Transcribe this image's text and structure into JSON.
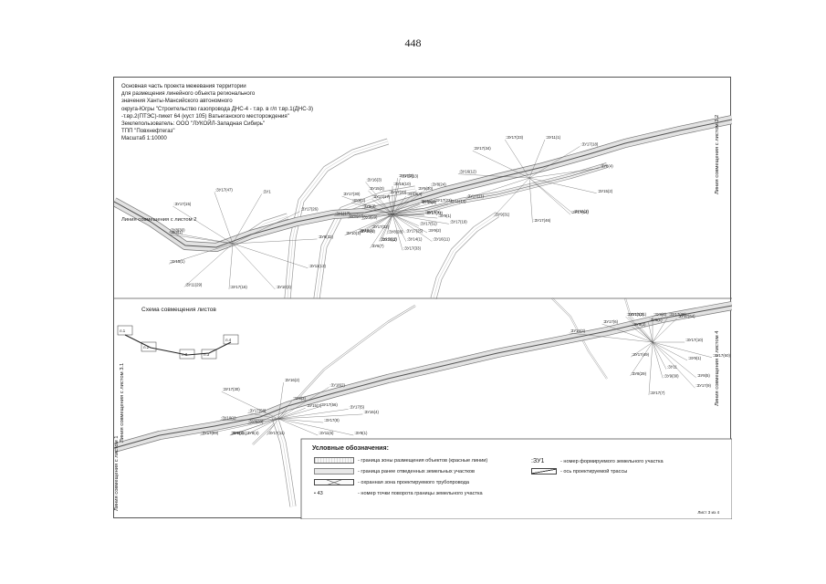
{
  "page_number": "448",
  "title_block": [
    "Основная часть проекта межевания территории",
    "для размещения линейного объекта регионального",
    "значения Ханты-Мансийского автономного",
    "округа-Югры \"Строительство газопровода ДНС-4 - т.вр. в г/п т.вр.1(ДНС-3)",
    "-т.вр.2(ПТЭС)-пикет 64 (куст 105) Ватьеганского месторождения\"",
    "Землепользователь: ООО \"ЛУКОЙЛ-Западная Сибирь\"",
    "ТПП \"Повхнефтегаз\"",
    "Масштаб 1:10000"
  ],
  "match_lines": {
    "sheet2": "Линия совмещения с листом 2",
    "sheet3_2": "Линия совмещения с листом 3.2",
    "sheet3_1": "Линия совмещения с листом 3.1",
    "sheet4": "Линия совмещения с листом 4",
    "sheet1": "Линия совмещения с листом 1"
  },
  "scheme": {
    "title": "Схема совмещения листов",
    "labels": [
      "л.1",
      "л.2",
      "л.3",
      "л.3",
      "л.4"
    ]
  },
  "legend": {
    "title": "Условные обозначения:",
    "items": [
      "- граница зоны размещения объектов (красные линии)",
      "- граница ранее отведенных земельных участков",
      "- охранная зона проектируемого трубопровода",
      "- номер точки поворота границы земельного участка"
    ],
    "point_sample": "• 43",
    "right_items": [
      {
        "symbol": ":ЗУ1",
        "text": "- номер формируемого земельного участка"
      },
      {
        "symbol": "",
        "text": "- ось проектируемой трассы"
      }
    ]
  },
  "sheet_ref": "Лист 3 из 4",
  "parcel_labels_top": [
    ":ЗУ17(1)",
    ":ЗУ16(1)",
    ":ЗУ17(2)",
    ":ЗУ11(2)",
    ":ЗУ8(1)",
    ":ЗУ16(4)",
    ":ЗУ10(2)",
    ":ЗУ16(3)",
    ":ЗУ15(2)",
    ":ЗУ15(1)",
    ":ЗУ18(4)",
    ":ЗУ14(1)",
    ":ЗУ17(30)",
    ":ЗУ8(4)",
    ":ЗУ11(29)",
    ":ЗУ17(20)",
    ":ЗУ9(2)",
    ":ЗУ1(17)",
    ":ЗУ17(18)",
    ":ЗУ17(16)",
    ":ЗУ17(17)",
    ":ЗУ9(1)",
    ":ЗУ10(1)",
    ":ЗУ11(1)",
    ":ЗУ10(3)",
    ":ЗУ8(3)",
    ":ЗУ17(22)",
    ":ЗУ6(7)",
    ":ЗУ17(23)",
    ":ЗУ11(13)",
    ":ЗУ9(29)",
    ":ЗУ9(30)",
    ":ЗУ17(33)",
    ":ЗУ17(34)",
    ":ЗУ8(32)",
    ":ЗУ17(32)",
    ":ЗУ16(10)",
    ":ЗУ16(11)",
    ":ЗУ16(12)",
    ":ЗУ17(26)",
    ":ЗУ8(28)",
    ":ЗУ15(3)",
    ":ЗУ17(19)",
    ":ЗУ17(11)",
    ":ЗУ1",
    ":ЗУ17(25)",
    ":ЗУ8(2)",
    ":ЗУ11(14)",
    ":ЗУ9(31)",
    ":ЗУ17(47)",
    ":ЗУ17(51)",
    ":ЗУ8(27)",
    ":ЗУ8(24)",
    ":ЗУ17(46)",
    ":ЗУ17(15)",
    ":ЗУ17(72)",
    ":ЗУ18(1)",
    ":ЗУ17(13)",
    ":ЗУ17(14)",
    ":ЗУ8(30)",
    ":ЗУ16(2)",
    ":ЗУ17(12)"
  ],
  "parcel_labels_bottom": [
    ":ЗУ17(10)",
    ":ЗУ8(4)",
    ":ЗУ16(2)",
    ":ЗУ8(5)",
    ":ЗУ16(3)",
    ":ЗУ15(3)",
    ":ЗУ17(11)",
    ":ЗУ17(12)",
    ":ЗУ17(60)",
    ":ЗУ17(59)",
    ":ЗУ8(3)",
    ":ЗУ11",
    ":ЗУ17(6)",
    ":ЗУ17(5)",
    ":ЗУ1(1)",
    ":ЗУ6(1)",
    ":ЗУ9(1)",
    ":ЗУ10(1)",
    ":ЗУ18(2)",
    ":ЗУ17(7)",
    ":ЗУ9(2)",
    ":ЗУ17(8)",
    ":ЗУ8(31)",
    ":ЗУ17(30)",
    ":ЗУ17(9)",
    ":ЗУ17(58)",
    ":ЗУ17(56)",
    ":ЗУ8(29)",
    ":ЗУ17(21)",
    ":ЗУ8(1)",
    ":ЗУ8(33)",
    ":ЗУ17(64)",
    ":ЗУ9(30)",
    ":ЗУ17(30)",
    ":ЗУ16(4)",
    ":ЗУ17(49)",
    ":ЗУ8(6)",
    ":ЗУ11(5)"
  ]
}
